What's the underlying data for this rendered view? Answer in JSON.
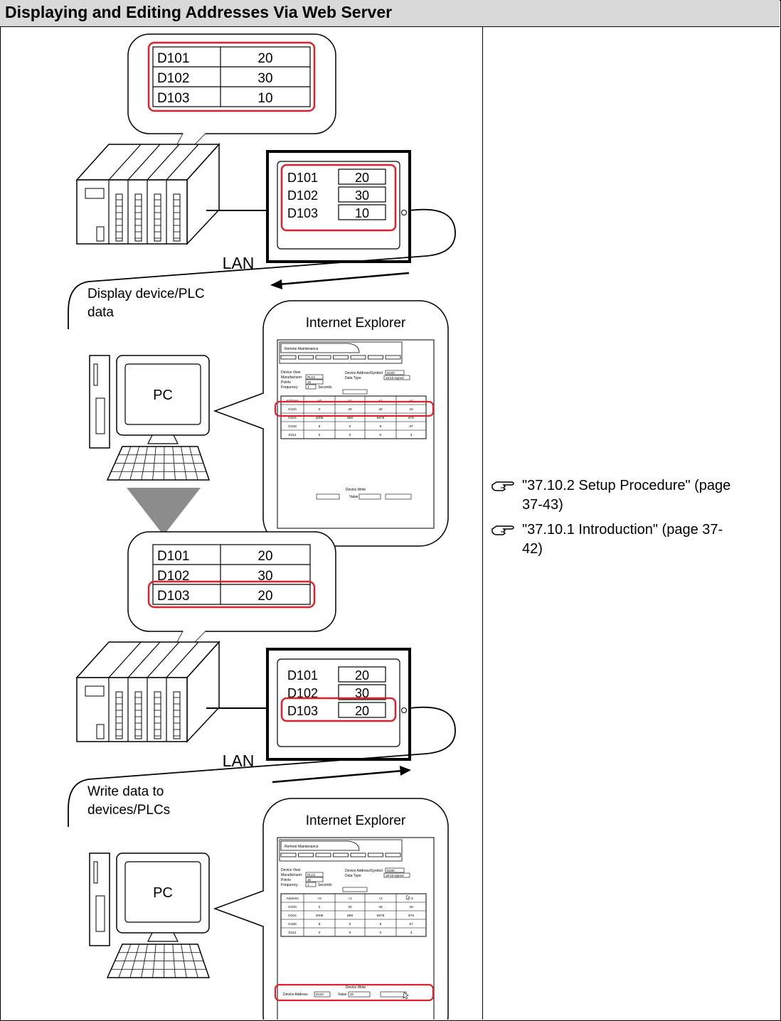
{
  "header": {
    "title": "Displaying and Editing Addresses Via Web Server"
  },
  "references": [
    {
      "text": "\"37.10.2 Setup Procedure\" (page 37-43)",
      "line1": "\"37.10.2 Setup Procedure\" (page",
      "line2": "37-43)",
      "icon": "pointing-hand-icon"
    },
    {
      "text": "\"37.10.1 Introduction\" (page 37-42)",
      "line1": "\"37.10.1 Introduction\" (page 37-",
      "line2": "42)",
      "icon": "pointing-hand-icon"
    }
  ],
  "top_scene": {
    "bubble_rows": [
      {
        "address": "D101",
        "value": "20"
      },
      {
        "address": "D102",
        "value": "30"
      },
      {
        "address": "D103",
        "value": "10"
      }
    ],
    "panel_rows": [
      {
        "address": "D101",
        "value": "20"
      },
      {
        "address": "D102",
        "value": "30"
      },
      {
        "address": "D103",
        "value": "10"
      }
    ],
    "lan_label": "LAN",
    "caption_line1": "Display device/PLC",
    "caption_line2": "data",
    "pc_label": "PC",
    "browser_title": "Internet Explorer"
  },
  "bottom_scene": {
    "bubble_rows": [
      {
        "address": "D101",
        "value": "20"
      },
      {
        "address": "D102",
        "value": "30"
      },
      {
        "address": "D103",
        "value": "20"
      }
    ],
    "panel_rows": [
      {
        "address": "D101",
        "value": "20"
      },
      {
        "address": "D102",
        "value": "30"
      },
      {
        "address": "D103",
        "value": "20"
      }
    ],
    "lan_label": "LAN",
    "caption_line1": "Write data to",
    "caption_line2": "devices/PLCs",
    "pc_label": "PC",
    "browser_title": "Internet Explorer"
  },
  "browser_mock": {
    "tab_title": "Remote Maintenance",
    "section_title": "Device View",
    "manufacturer_label": "Manufacturer",
    "manufacturer_value": "PLC1",
    "points_label": "Points",
    "points_value": "16",
    "frequency_label": "Frequency",
    "frequency_value": "1",
    "seconds_label": "Seconds",
    "address_symbol_label": "Device Address/Symbol",
    "address_symbol_value": "D100",
    "data_type_label": "Data Type",
    "data_type_value": "16 bit signed",
    "table_headers": [
      "Address",
      "+0",
      "+1",
      "+2",
      "+3"
    ],
    "table_rows": [
      [
        "D100",
        "0",
        "20",
        "30",
        "10"
      ],
      [
        "D104",
        "4008",
        "868",
        "6878",
        "876"
      ],
      [
        "D108",
        "8",
        "0",
        "9",
        "87"
      ],
      [
        "D112",
        "0",
        "0",
        "0",
        "3"
      ]
    ],
    "table_rows_written": [
      [
        "D100",
        "0",
        "20",
        "30",
        "20"
      ],
      [
        "D104",
        "4008",
        "868",
        "6878",
        "876"
      ],
      [
        "D108",
        "8",
        "0",
        "9",
        "87"
      ],
      [
        "D112",
        "0",
        "0",
        "0",
        "3"
      ]
    ],
    "write_title": "Device Write",
    "write_address_label": "Device Address",
    "write_address_value": "D103",
    "value_label": "Value",
    "write_value": "20"
  },
  "colors": {
    "highlight": "#e0202a",
    "arrow_gray": "#8c8c8c",
    "header_bg": "#d9d9d9"
  }
}
